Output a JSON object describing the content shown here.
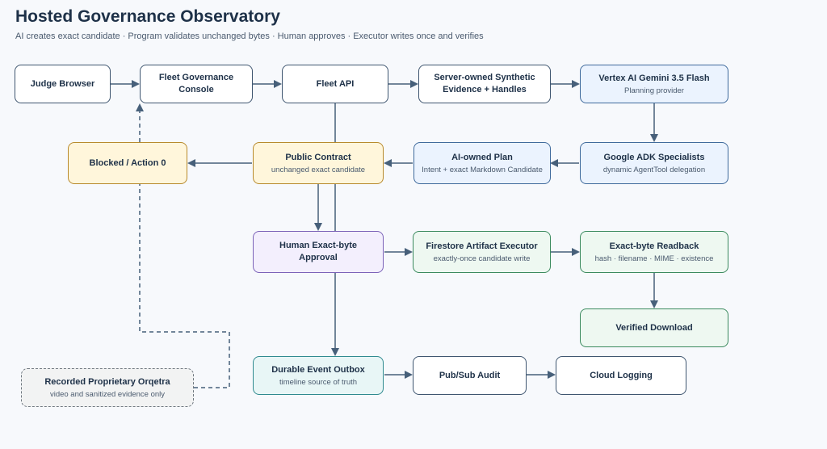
{
  "header": {
    "title": "Hosted Governance Observatory",
    "subtitle": "AI creates exact candidate · Program validates unchanged bytes · Human approves · Executor writes once and verifies"
  },
  "nodes": {
    "judge_browser": {
      "title": "Judge Browser"
    },
    "fleet_console": {
      "title": "Fleet Governance Console"
    },
    "fleet_api": {
      "title": "Fleet API"
    },
    "synthetic_evidence": {
      "title": "Server-owned Synthetic Evidence + Handles"
    },
    "vertex_ai": {
      "title": "Vertex AI Gemini 3.5 Flash",
      "subtitle": "Planning provider"
    },
    "blocked": {
      "title": "Blocked / Action 0"
    },
    "public_contract": {
      "title": "Public Contract",
      "subtitle": "unchanged exact candidate"
    },
    "ai_plan": {
      "title": "AI-owned Plan",
      "subtitle": "Intent + exact Markdown Candidate"
    },
    "adk_specialists": {
      "title": "Google ADK Specialists",
      "subtitle": "dynamic AgentTool delegation"
    },
    "human_approval": {
      "title": "Human Exact-byte Approval"
    },
    "firestore_executor": {
      "title": "Firestore Artifact Executor",
      "subtitle": "exactly-once candidate write"
    },
    "readback": {
      "title": "Exact-byte Readback",
      "subtitle": "hash · filename · MIME · existence"
    },
    "verified_download": {
      "title": "Verified Download"
    },
    "event_outbox": {
      "title": "Durable Event Outbox",
      "subtitle": "timeline source of truth"
    },
    "pubsub": {
      "title": "Pub/Sub Audit"
    },
    "cloud_logging": {
      "title": "Cloud Logging"
    },
    "recorded": {
      "title": "Recorded Proprietary Orqetra",
      "subtitle": "video and sanitized evidence only"
    }
  }
}
